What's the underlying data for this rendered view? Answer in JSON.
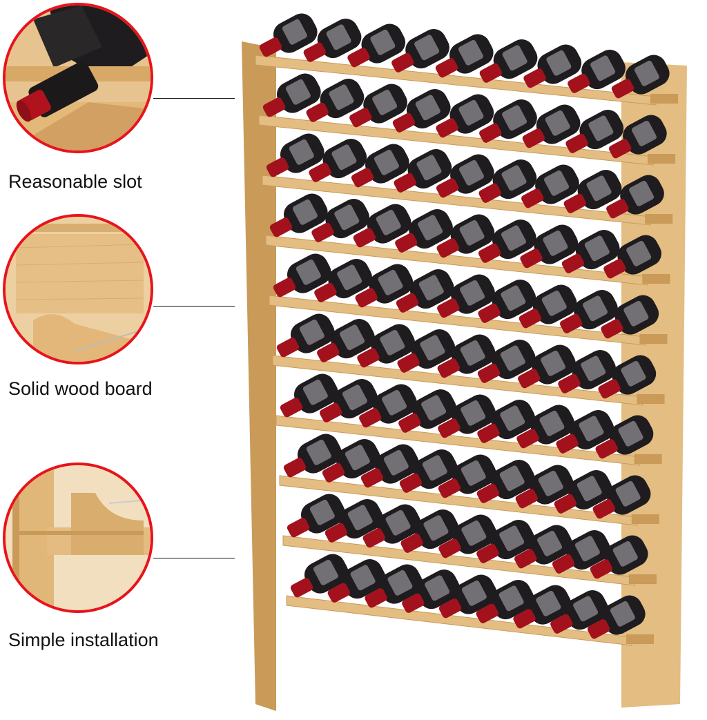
{
  "features": [
    {
      "caption": "Reasonable slot",
      "icon": "bottle-in-slot-closeup"
    },
    {
      "caption": "Solid wood board",
      "icon": "wood-board-closeup"
    },
    {
      "caption": "Simple installation",
      "icon": "interlocking-joint-closeup"
    }
  ],
  "product": {
    "name": "wine-rack",
    "shelves": 10,
    "bottles_per_shelf": 9
  },
  "colors": {
    "accent": "#e8131b",
    "wood": "#e3bd82",
    "wood_dark": "#c99a58",
    "bottle": "#1e1c1e",
    "capsule": "#a3111c"
  }
}
